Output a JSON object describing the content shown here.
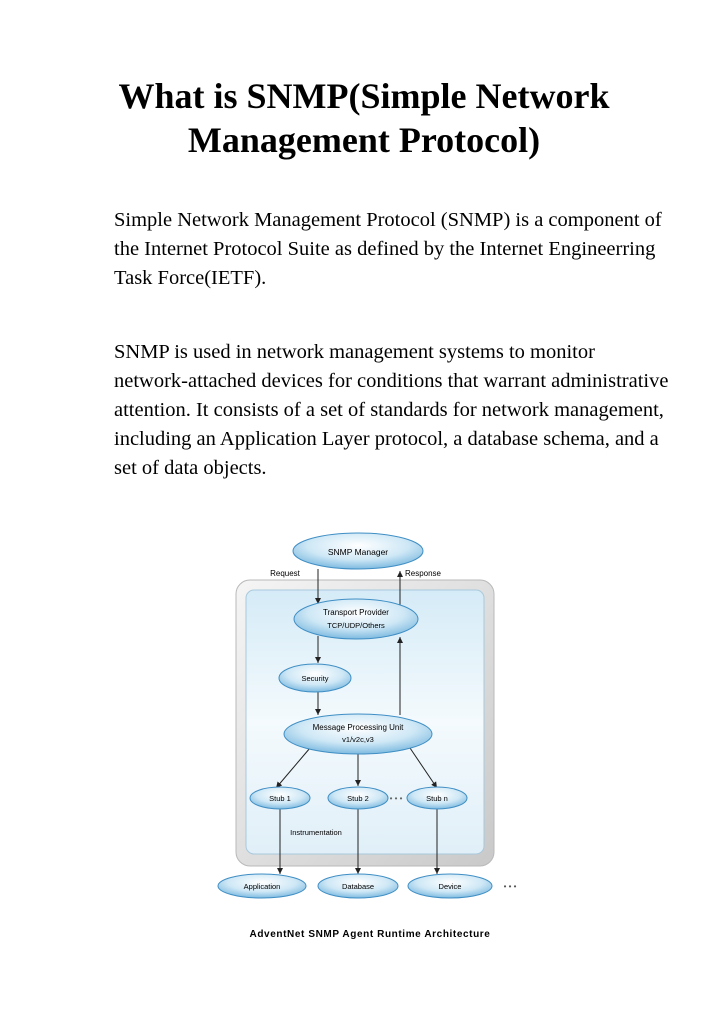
{
  "document": {
    "title_lines": [
      "What is SNMP(Simple Network",
      "Management Protocol)"
    ],
    "paragraphs": [
      "Simple Network Management Protocol (SNMP) is a component of the Internet Protocol Suite as defined by the Internet Engineerring Task Force(IETF).",
      "SNMP is used in network management systems to monitor network-attached devices for conditions that warrant administrative attention. It consists of a set of standards for network management, including an Application Layer protocol, a database schema, and a set of data objects."
    ]
  },
  "diagram": {
    "manager": "SNMP Manager",
    "request": "Request",
    "response": "Response",
    "transport_title": "Transport Provider",
    "transport_sub": "TCP/UDP/Others",
    "security": "Security",
    "mpu_title": "Message Processing Unit",
    "mpu_sub": "v1/v2c,v3",
    "stub1": "Stub 1",
    "stub2": "Stub 2",
    "stubn": "Stub n",
    "dots": "• • •",
    "instrumentation": "Instrumentation",
    "application": "Application",
    "database": "Database",
    "device": "Device",
    "caption": "AdventNet SNMP Agent Runtime Architecture",
    "colors": {
      "ellipse_fill": "#bfe0f2",
      "ellipse_edge": "#3f8ec4",
      "panel": "#e4f1f9"
    }
  }
}
